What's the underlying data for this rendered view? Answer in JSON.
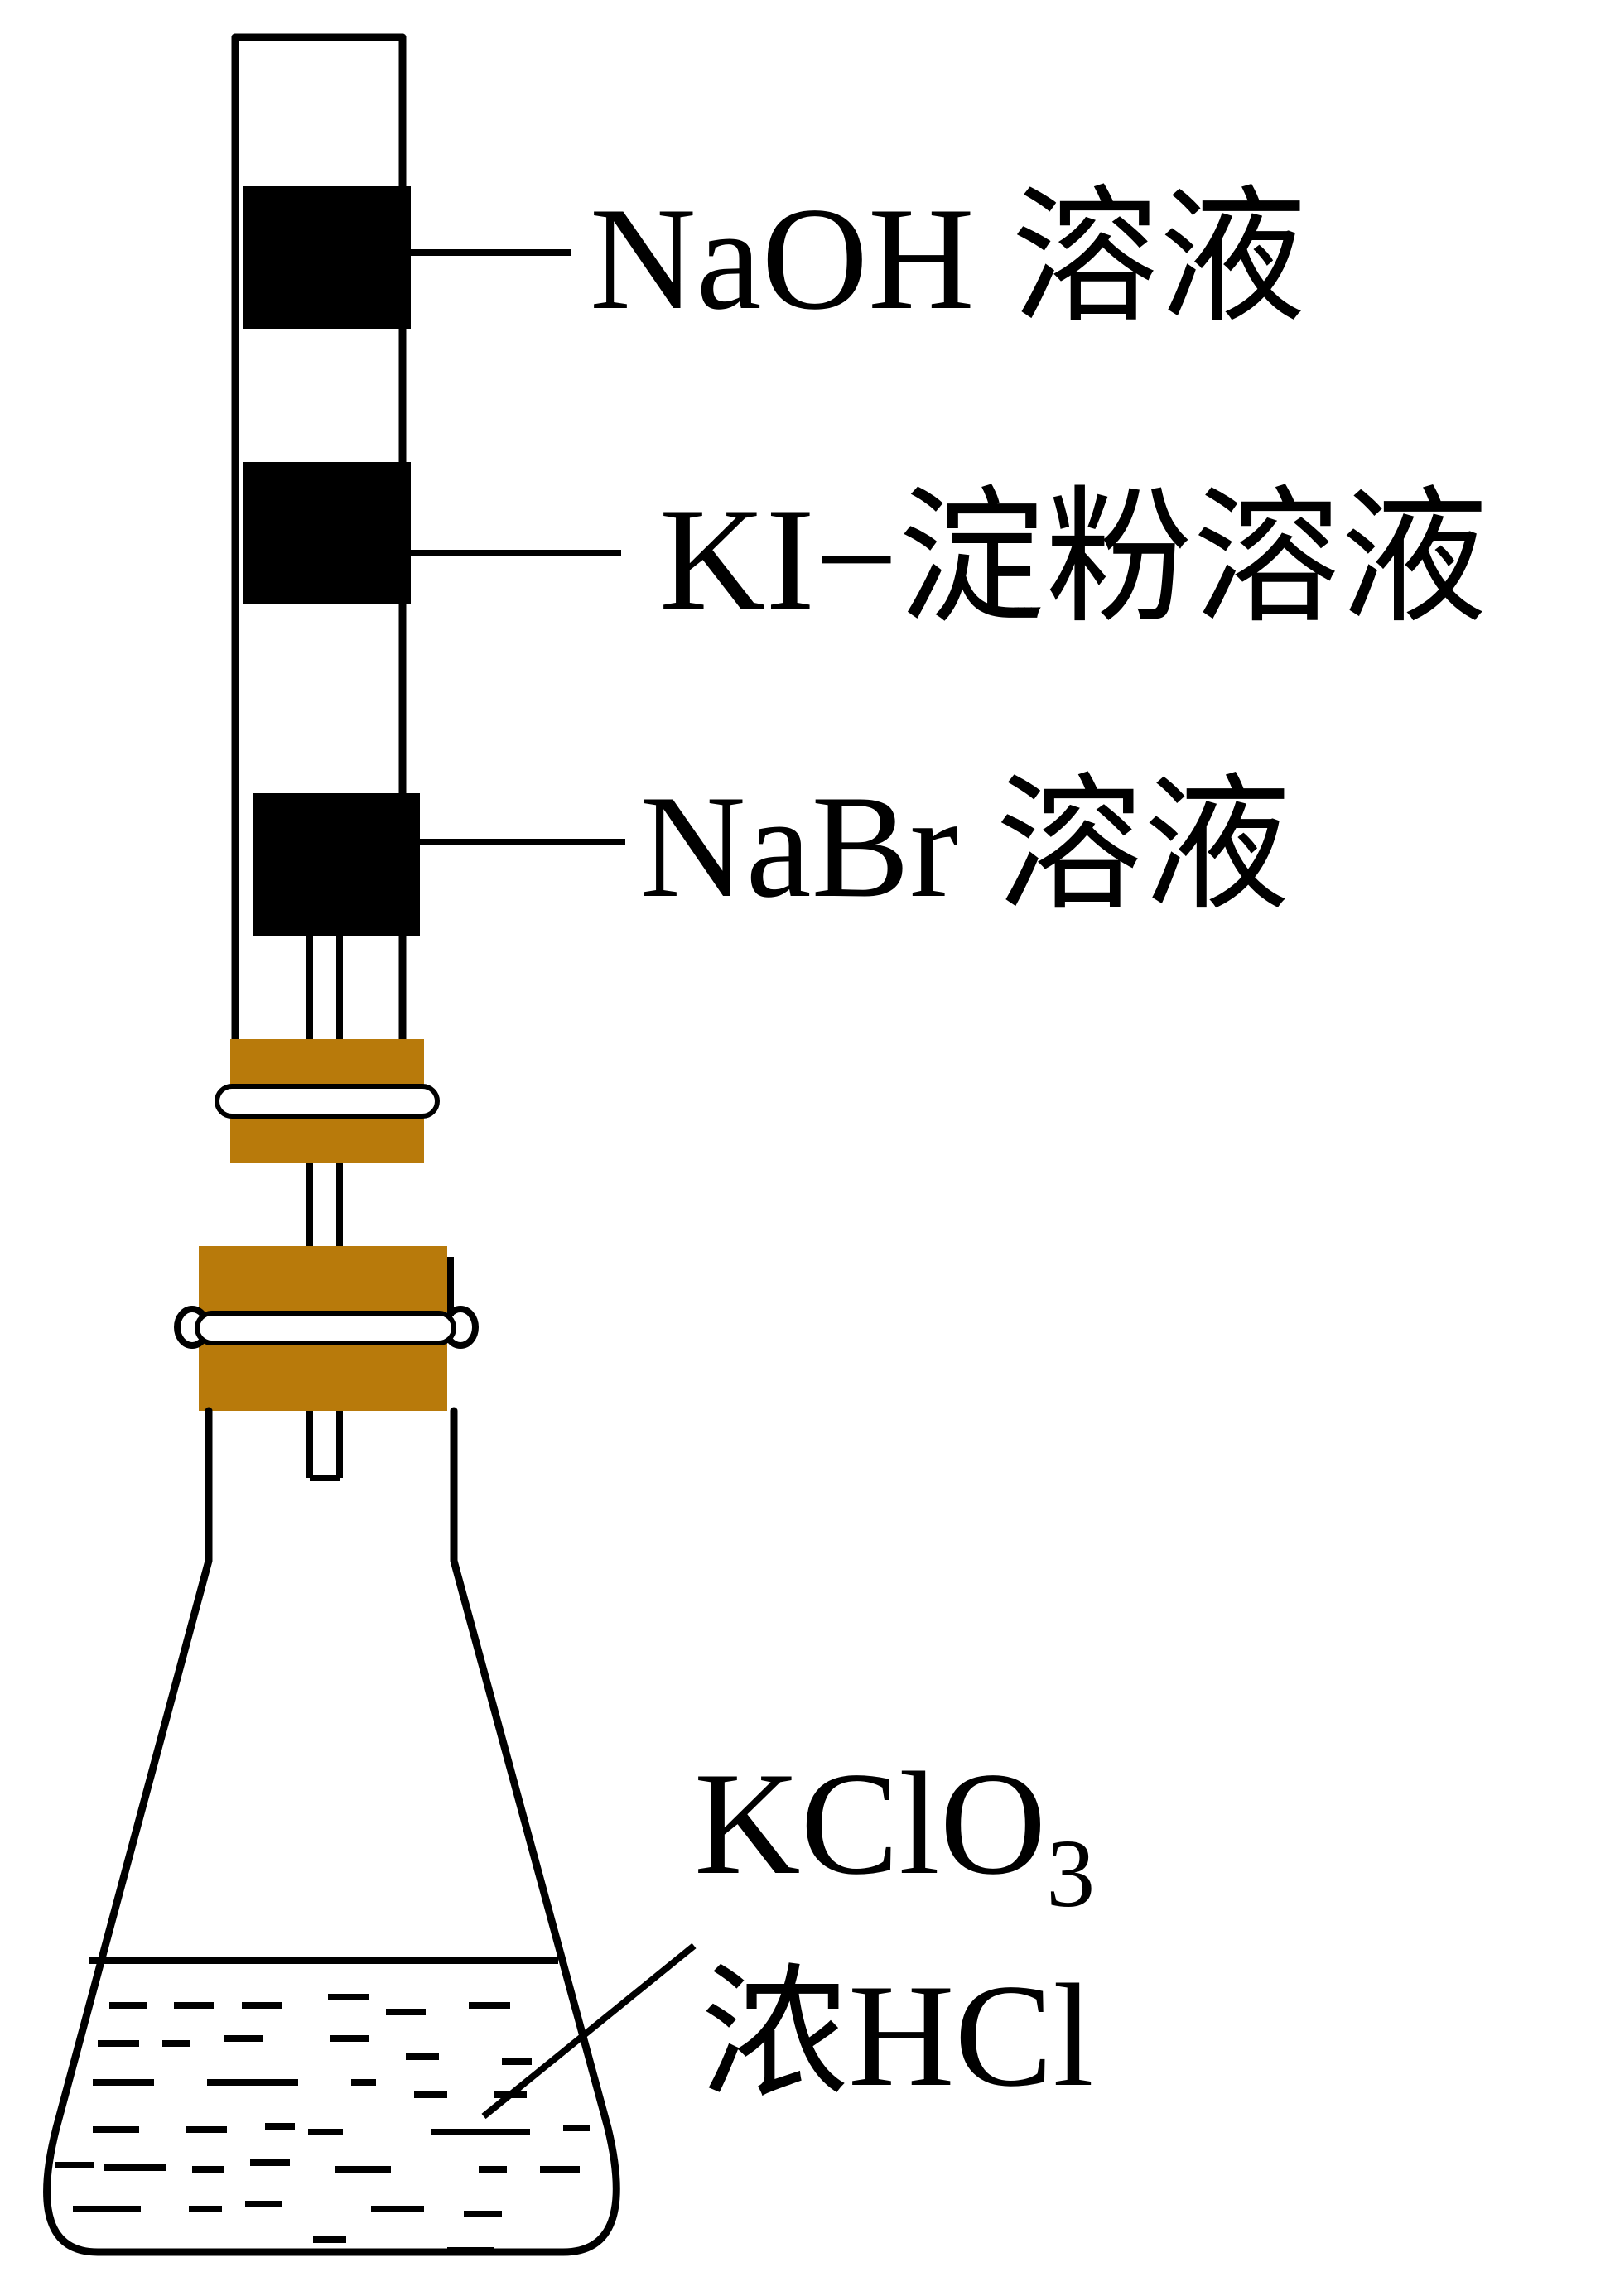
{
  "labels": {
    "naoh": "NaOH 溶液",
    "ki_starch": "KI−淀粉溶液",
    "nabr": "NaBr 溶液",
    "kclo3_main": "KClO",
    "kclo3_sub": "3",
    "conc_hcl": "浓HCl"
  },
  "colors": {
    "stopper": "#b87a0b",
    "ink": "#000000"
  }
}
